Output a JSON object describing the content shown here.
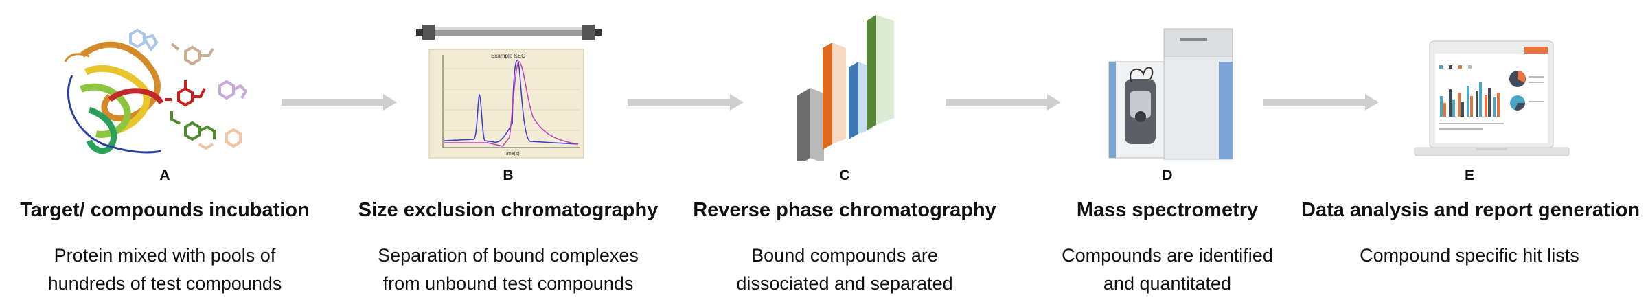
{
  "stages": [
    {
      "letter": "A",
      "title": "Target/ compounds incubation",
      "desc": [
        "Protein mixed with pools of",
        "hundreds of test compounds"
      ],
      "icon": "protein-compounds-icon"
    },
    {
      "letter": "B",
      "title": "Size exclusion chromatography",
      "desc": [
        "Separation of bound complexes",
        "from unbound test compounds"
      ],
      "icon": "sec-chromatogram-icon",
      "chart_label": "Example SEC",
      "axis_label": "Time(s)"
    },
    {
      "letter": "C",
      "title": "Reverse phase chromatography",
      "desc": [
        "Bound compounds are",
        "dissociated and separated"
      ],
      "icon": "column-bars-icon"
    },
    {
      "letter": "D",
      "title": "Mass spectrometry",
      "desc": [
        "Compounds are identified",
        "and quantitated"
      ],
      "icon": "mass-spectrometer-icon"
    },
    {
      "letter": "E",
      "title": "Data analysis and report generation",
      "desc": [
        "Compound specific hit lists"
      ],
      "icon": "laptop-report-icon"
    }
  ],
  "colors": {
    "arrow": "#cfcfcf",
    "orange": "#dd6a1f",
    "blue": "#3e78b4",
    "green": "#58893a",
    "gray": "#6c6c6c"
  }
}
